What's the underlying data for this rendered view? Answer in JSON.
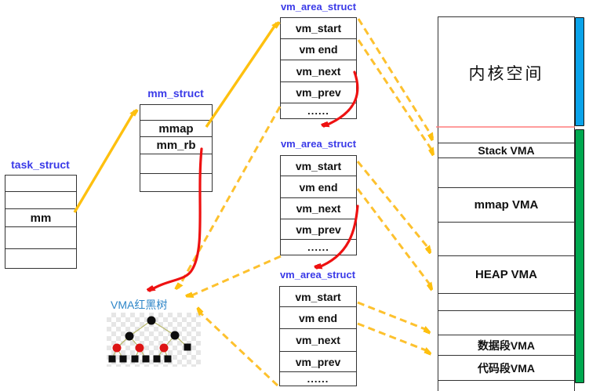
{
  "structs": {
    "task_struct": {
      "title": "task_struct",
      "rows": [
        "",
        "",
        "mm",
        "",
        ""
      ]
    },
    "mm_struct": {
      "title": "mm_struct",
      "rows": [
        "",
        "mmap",
        "mm_rb",
        "",
        ""
      ]
    },
    "vma_top": {
      "title": "vm_area_struct",
      "rows": [
        "vm_start",
        "vm end",
        "vm_next",
        "vm_prev",
        "......"
      ]
    },
    "vma_mid": {
      "title": "vm_area_struct",
      "rows": [
        "vm_start",
        "vm end",
        "vm_next",
        "vm_prev",
        "......"
      ]
    },
    "vma_bottom": {
      "title": "vm_area_struct",
      "rows": [
        "vm_start",
        "vm end",
        "vm_next",
        "vm_prev",
        "......"
      ]
    }
  },
  "memory_map": {
    "regions": [
      {
        "label": "内核空间"
      },
      {
        "label": ""
      },
      {
        "label": "Stack VMA"
      },
      {
        "label": ""
      },
      {
        "label": "mmap VMA"
      },
      {
        "label": ""
      },
      {
        "label": "HEAP VMA"
      },
      {
        "label": ""
      },
      {
        "label": ""
      },
      {
        "label": "数据段VMA"
      },
      {
        "label": "代码段VMA"
      },
      {
        "label": ""
      }
    ]
  },
  "tree": {
    "label": "VMA红黑树"
  },
  "colors": {
    "struct_title_blue": "#3A3AE8",
    "tree_label_blue": "#2E86C8",
    "arrow_yellow": "#FEC00F",
    "arrow_red": "#EE1111",
    "divider_red": "#FF7B7B",
    "kernel_bar_blue": "#0BA3E9",
    "user_bar_green": "#00A84F"
  }
}
